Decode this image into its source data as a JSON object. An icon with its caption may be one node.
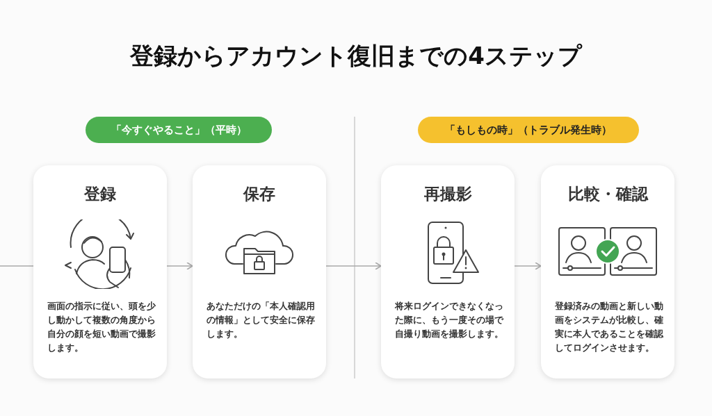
{
  "diagram": {
    "title": "登録からアカウント復旧までの4ステップ",
    "nodes": [
      {
        "text": [
          "「今すぐやること」（平時）"
        ]
      },
      {
        "text": [
          "「もしもの時」（トラブル発生時）"
        ]
      },
      {
        "text": [
          "登録",
          "画面の指示に従い、頭を少し動かして複数の角度から自分の顔を短い動画で撮影します。"
        ]
      },
      {
        "text": [
          "保存",
          "あなただけの「本人確認用の情報」として安全に保存します。"
        ]
      },
      {
        "text": [
          "再撮影",
          "将来ログインできなくなった際に、もう一度その場で自撮り動画を撮影します。"
        ]
      },
      {
        "text": [
          "比較・確認",
          "登録済みの動画と新しい動画をシステムが比較し、確実に本人であることを確認してログインさせます。"
        ]
      }
    ],
    "edges": [
      {
        "from": null,
        "to": 2,
        "arrow": "none"
      },
      {
        "from": 2,
        "to": 3,
        "arrow": "to"
      },
      {
        "from": 3,
        "to": 4,
        "arrow": "to"
      },
      {
        "from": 4,
        "to": 5,
        "arrow": "to"
      }
    ]
  }
}
